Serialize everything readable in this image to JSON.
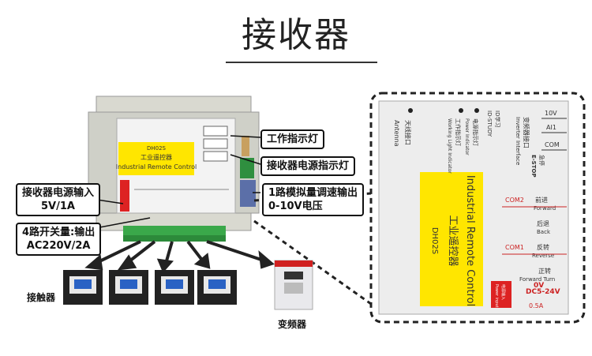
{
  "title": "接收器",
  "device": {
    "model": "DH02S",
    "name_cn": "工业遥控器",
    "name_en": "Industrial Remote Control"
  },
  "callouts": {
    "work_indicator": "工作指示灯",
    "receiver_power_indicator": "接收器电源指示灯",
    "power_input_line1": "接收器电源输入",
    "power_input_line2": "5V/1A",
    "analog_output_line1": "1路模拟量调速输出",
    "analog_output_line2": "0-10V电压",
    "switch_output_line1": "4路开关量:输出",
    "switch_output_line2": "AC220V/2A"
  },
  "labels": {
    "contactor": "接触器",
    "inverter": "变频器"
  },
  "zoom_panel": {
    "antenna_cn": "天线接口",
    "antenna_en": "Antenna",
    "power_indicator_cn": "电源指示灯",
    "power_indicator_en": "Power Indicator",
    "work_light_cn": "工作指示灯",
    "work_light_en": "Working Light Indicator",
    "id_study_cn": "ID学习",
    "id_study_en": "ID-STUDY",
    "inverter_if_cn": "变频器接口",
    "inverter_if_en": "Inverter Interface",
    "estop_cn": "急停",
    "estop_en": "E-STOP",
    "pin_10v": "10V",
    "pin_ai1": "AI1",
    "pin_com": "COM",
    "com2": "COM2",
    "com1": "COM1",
    "forward_cn": "前进",
    "forward_en": "Forward",
    "back_cn": "后退",
    "back_en": "Back",
    "reverse_cn": "反转",
    "reverse_en": "Reverse",
    "forward_turn_cn": "正转",
    "forward_turn_en": "Forward Turn",
    "power_input_cn": "电源输入",
    "power_input_en": "Power input",
    "dc_range": "DC5-24V",
    "zero_v": "0V",
    "current": "0.5A"
  }
}
